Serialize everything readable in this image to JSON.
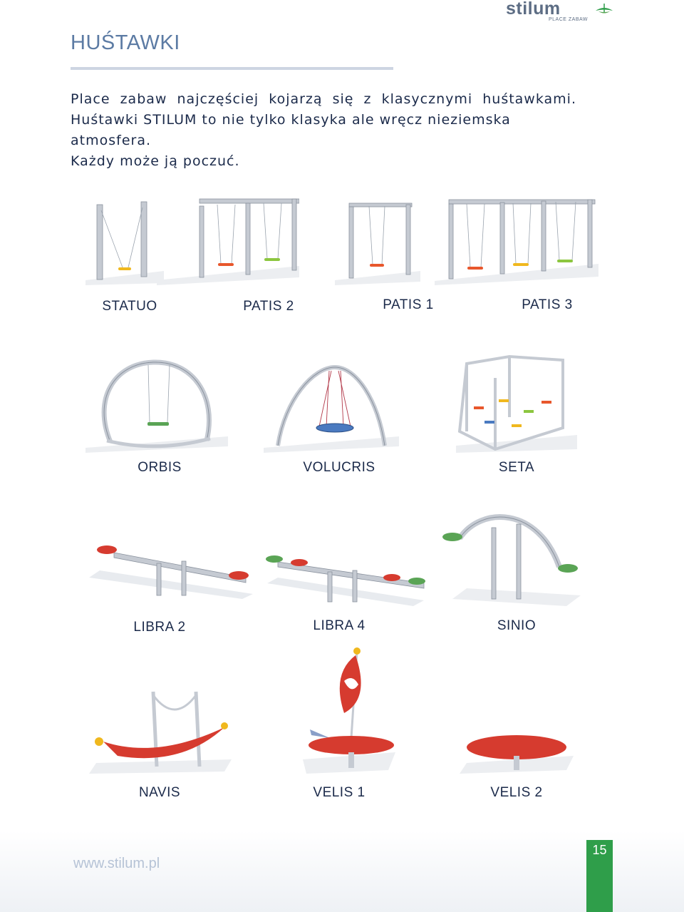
{
  "brand": {
    "name": "stilum",
    "tagline": "PLACE ZABAW",
    "accent_color": "#2f9e4a",
    "icon": "leaf-icon"
  },
  "page": {
    "title": "HUŚTAWKI",
    "number": "15",
    "url": "www.stilum.pl"
  },
  "intro": {
    "line1": "Place zabaw najczęściej kojarzą się z klasycznymi huśtawkami.",
    "line2": "Huśtawki STILUM to nie tylko klasyka ale wręcz nieziemska atmosfera.",
    "line3": "Każdy może ją poczuć."
  },
  "products": [
    {
      "name": "STATUO"
    },
    {
      "name": "PATIS 2"
    },
    {
      "name": "PATIS 1"
    },
    {
      "name": "PATIS 3"
    },
    {
      "name": "ORBIS"
    },
    {
      "name": "VOLUCRIS"
    },
    {
      "name": "SETA"
    },
    {
      "name": "LIBRA 2"
    },
    {
      "name": "LIBRA 4"
    },
    {
      "name": "SINIO"
    },
    {
      "name": "NAVIS"
    },
    {
      "name": "VELIS 1"
    },
    {
      "name": "VELIS 2"
    }
  ]
}
